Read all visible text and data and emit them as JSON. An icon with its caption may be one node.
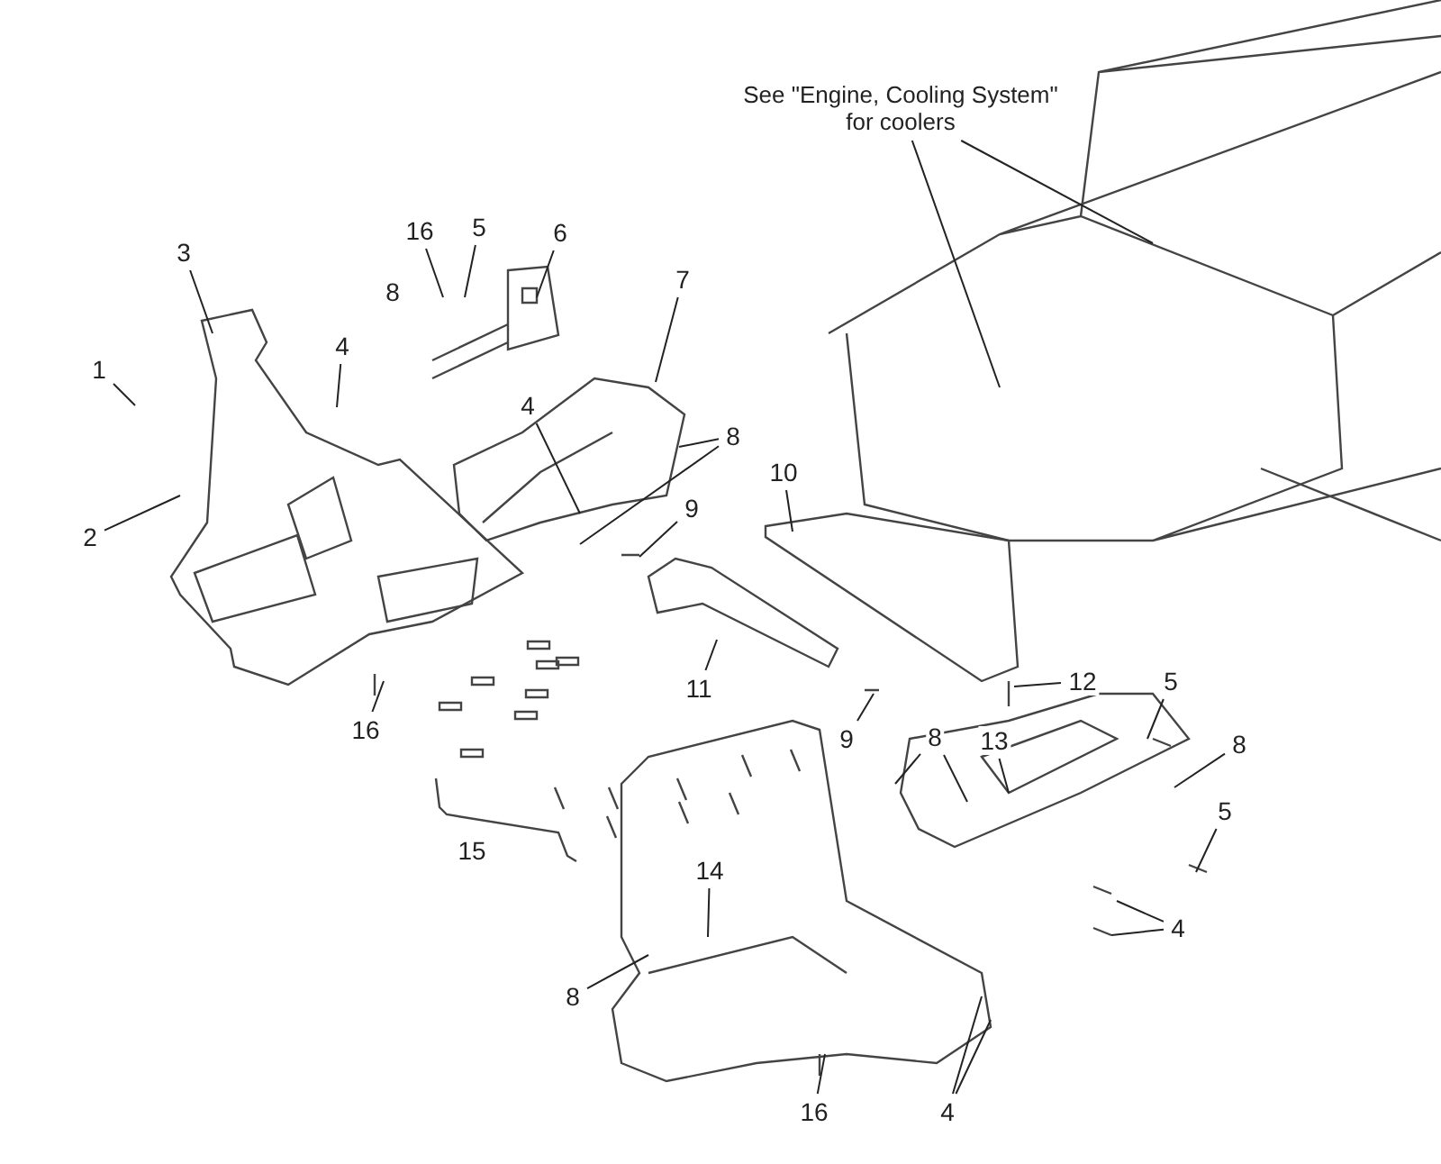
{
  "diagram": {
    "nodes": [
      {
        "text": [
          "See \"Engine, Cooling System\" for coolers"
        ]
      },
      {
        "text": [
          "1"
        ]
      },
      {
        "text": [
          "2"
        ]
      },
      {
        "text": [
          "3"
        ]
      },
      {
        "text": [
          "16"
        ]
      },
      {
        "text": [
          "5"
        ]
      },
      {
        "text": [
          "6"
        ]
      },
      {
        "text": [
          "8"
        ]
      },
      {
        "text": [
          "4"
        ]
      },
      {
        "text": [
          "7"
        ]
      },
      {
        "text": [
          "4"
        ]
      },
      {
        "text": [
          "8"
        ]
      },
      {
        "text": [
          "9"
        ]
      },
      {
        "text": [
          "10"
        ]
      },
      {
        "text": [
          "11"
        ]
      },
      {
        "text": [
          "16"
        ]
      },
      {
        "text": [
          "12"
        ]
      },
      {
        "text": [
          "5"
        ]
      },
      {
        "text": [
          "8"
        ]
      },
      {
        "text": [
          "13"
        ]
      },
      {
        "text": [
          "9"
        ]
      },
      {
        "text": [
          "8"
        ]
      },
      {
        "text": [
          "5"
        ]
      },
      {
        "text": [
          "4"
        ]
      },
      {
        "text": [
          "15"
        ]
      },
      {
        "text": [
          "14"
        ]
      },
      {
        "text": [
          "8"
        ]
      },
      {
        "text": [
          "16"
        ]
      },
      {
        "text": [
          "4"
        ]
      }
    ],
    "edges": [
      {
        "from": 0,
        "to": null,
        "arrow": "none"
      },
      {
        "from": 0,
        "to": null,
        "arrow": "none"
      },
      {
        "from": 1,
        "to": null,
        "arrow": "none"
      },
      {
        "from": 2,
        "to": null,
        "arrow": "none"
      },
      {
        "from": 3,
        "to": null,
        "arrow": "none"
      },
      {
        "from": 4,
        "to": null,
        "arrow": "none"
      },
      {
        "from": 5,
        "to": null,
        "arrow": "none"
      },
      {
        "from": 6,
        "to": null,
        "arrow": "none"
      },
      {
        "from": 8,
        "to": null,
        "arrow": "none"
      },
      {
        "from": 9,
        "to": null,
        "arrow": "none"
      },
      {
        "from": 10,
        "to": null,
        "arrow": "none"
      },
      {
        "from": 11,
        "to": null,
        "arrow": "none"
      },
      {
        "from": 11,
        "to": null,
        "arrow": "none"
      },
      {
        "from": 12,
        "to": null,
        "arrow": "none"
      },
      {
        "from": 13,
        "to": null,
        "arrow": "none"
      },
      {
        "from": 14,
        "to": null,
        "arrow": "none"
      },
      {
        "from": 15,
        "to": null,
        "arrow": "none"
      },
      {
        "from": 16,
        "to": null,
        "arrow": "none"
      },
      {
        "from": 17,
        "to": null,
        "arrow": "none"
      },
      {
        "from": 18,
        "to": null,
        "arrow": "none"
      },
      {
        "from": 18,
        "to": null,
        "arrow": "none"
      },
      {
        "from": 19,
        "to": null,
        "arrow": "none"
      },
      {
        "from": 20,
        "to": null,
        "arrow": "none"
      },
      {
        "from": 21,
        "to": null,
        "arrow": "none"
      },
      {
        "from": 22,
        "to": null,
        "arrow": "none"
      },
      {
        "from": 23,
        "to": null,
        "arrow": "none"
      },
      {
        "from": 23,
        "to": null,
        "arrow": "none"
      },
      {
        "from": 25,
        "to": null,
        "arrow": "none"
      },
      {
        "from": 26,
        "to": null,
        "arrow": "none"
      },
      {
        "from": 27,
        "to": null,
        "arrow": "none"
      },
      {
        "from": 28,
        "to": null,
        "arrow": "none"
      },
      {
        "from": 28,
        "to": null,
        "arrow": "none"
      }
    ]
  }
}
